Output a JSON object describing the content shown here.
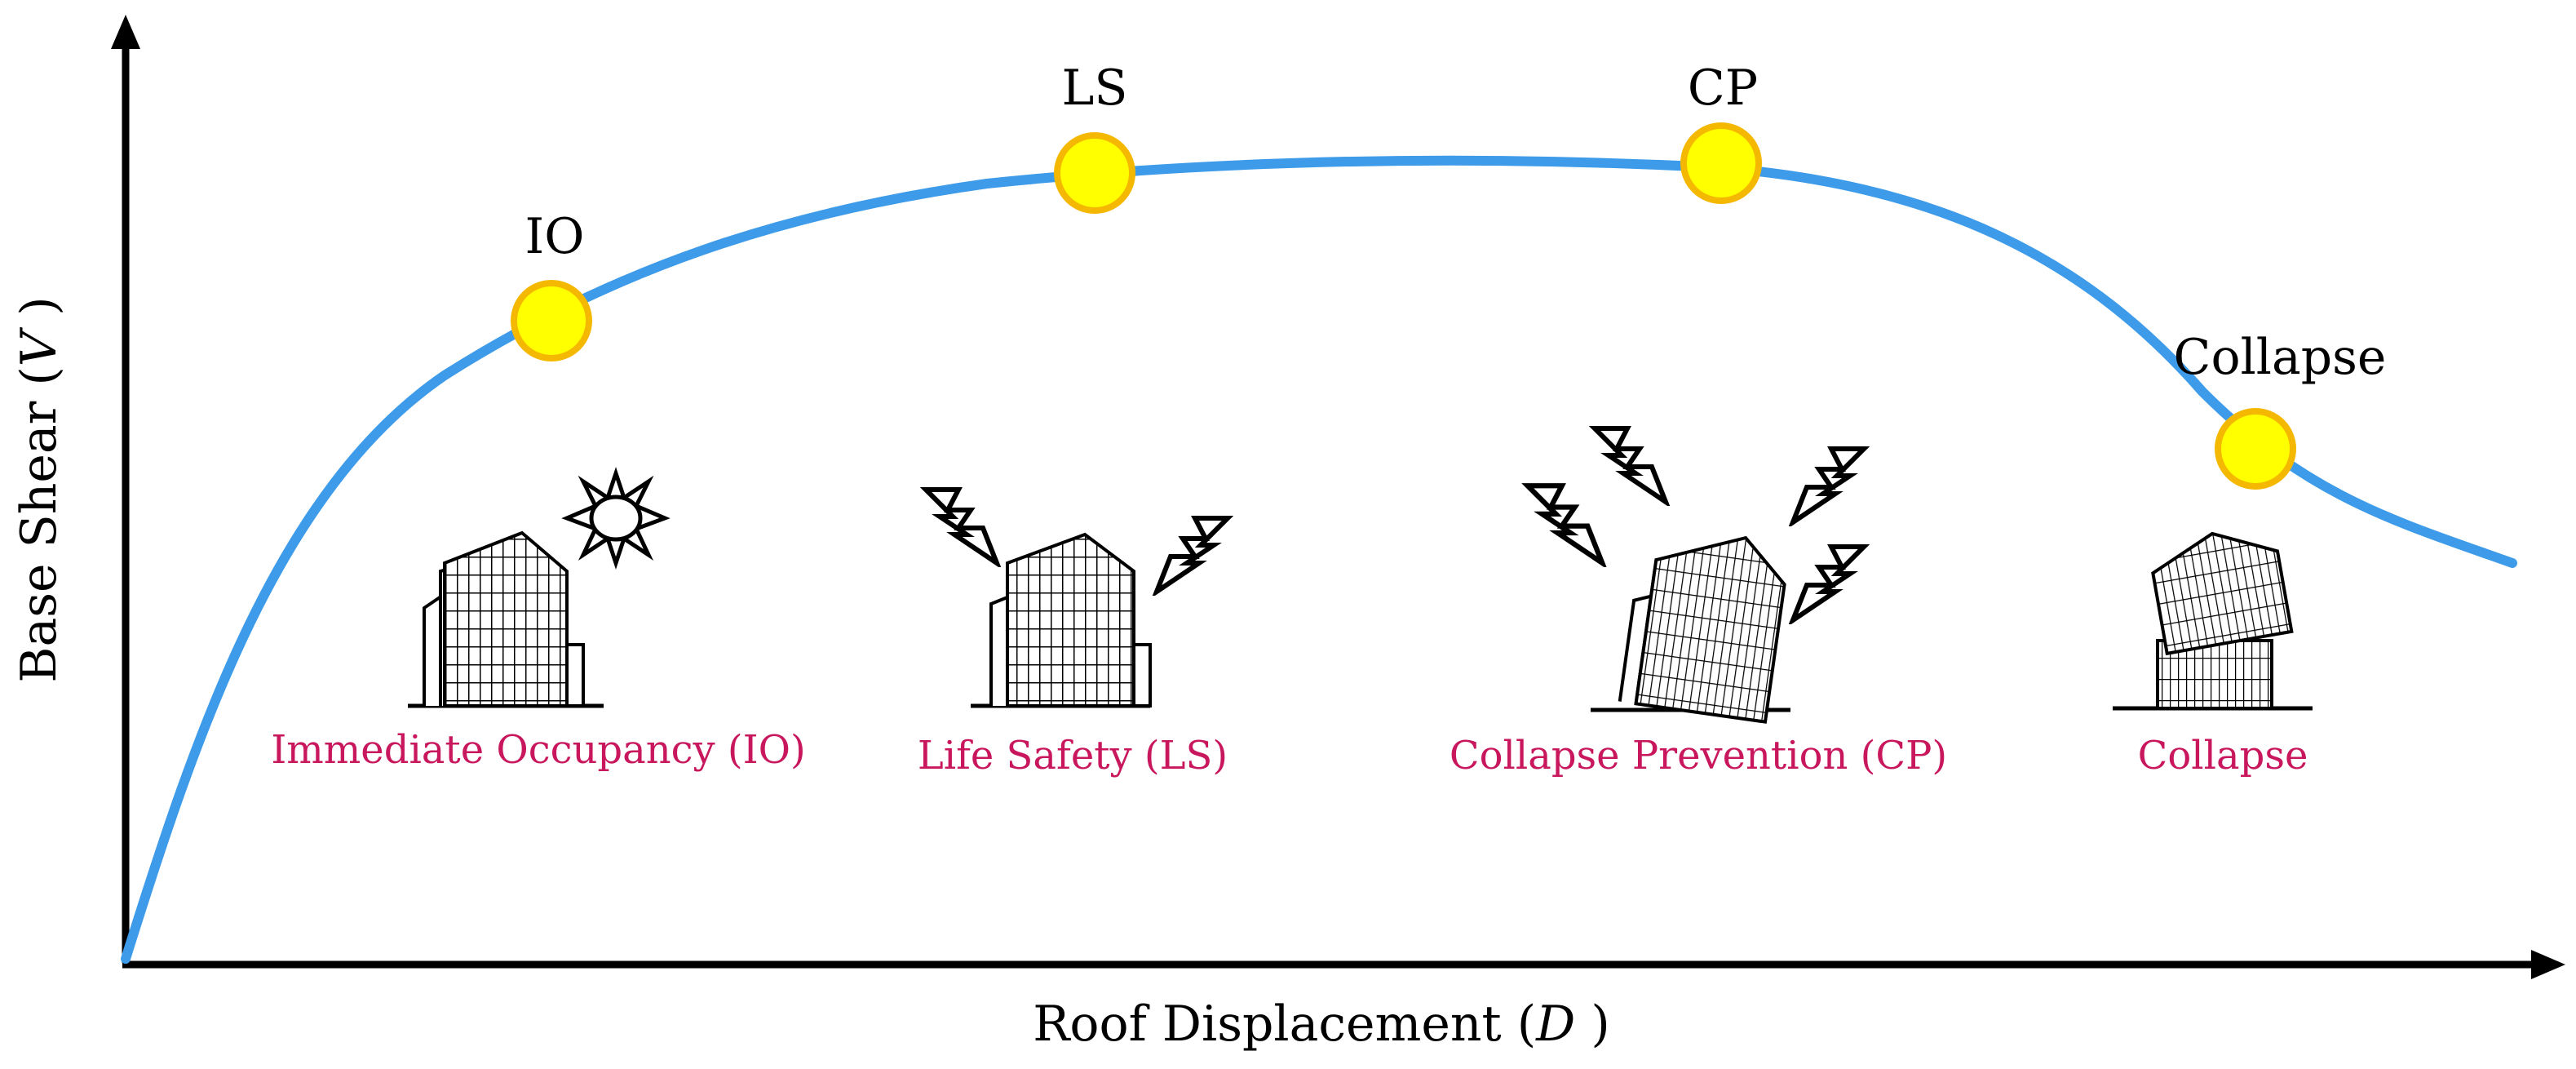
{
  "colors": {
    "curve": "#3d9be9",
    "point_fill": "#ffff00",
    "point_stroke": "#f5b800",
    "state_label": "#c8175d",
    "axis": "#000000"
  },
  "axes": {
    "x_label_text": "Roof Displacement",
    "x_label_var": "D",
    "y_label_text": "Base Shear",
    "y_label_var": "V"
  },
  "points": [
    {
      "label": "IO"
    },
    {
      "label": "LS"
    },
    {
      "label": "CP"
    },
    {
      "label": "Collapse"
    }
  ],
  "states": [
    {
      "label": "Immediate Occupancy (IO)",
      "icon": "building-with-sun-icon"
    },
    {
      "label": "Life Safety (LS)",
      "icon": "building-with-lightning-icon"
    },
    {
      "label": "Collapse Prevention (CP)",
      "icon": "tilted-building-with-lightning-icon"
    },
    {
      "label": "Collapse",
      "icon": "collapsed-building-icon"
    }
  ]
}
